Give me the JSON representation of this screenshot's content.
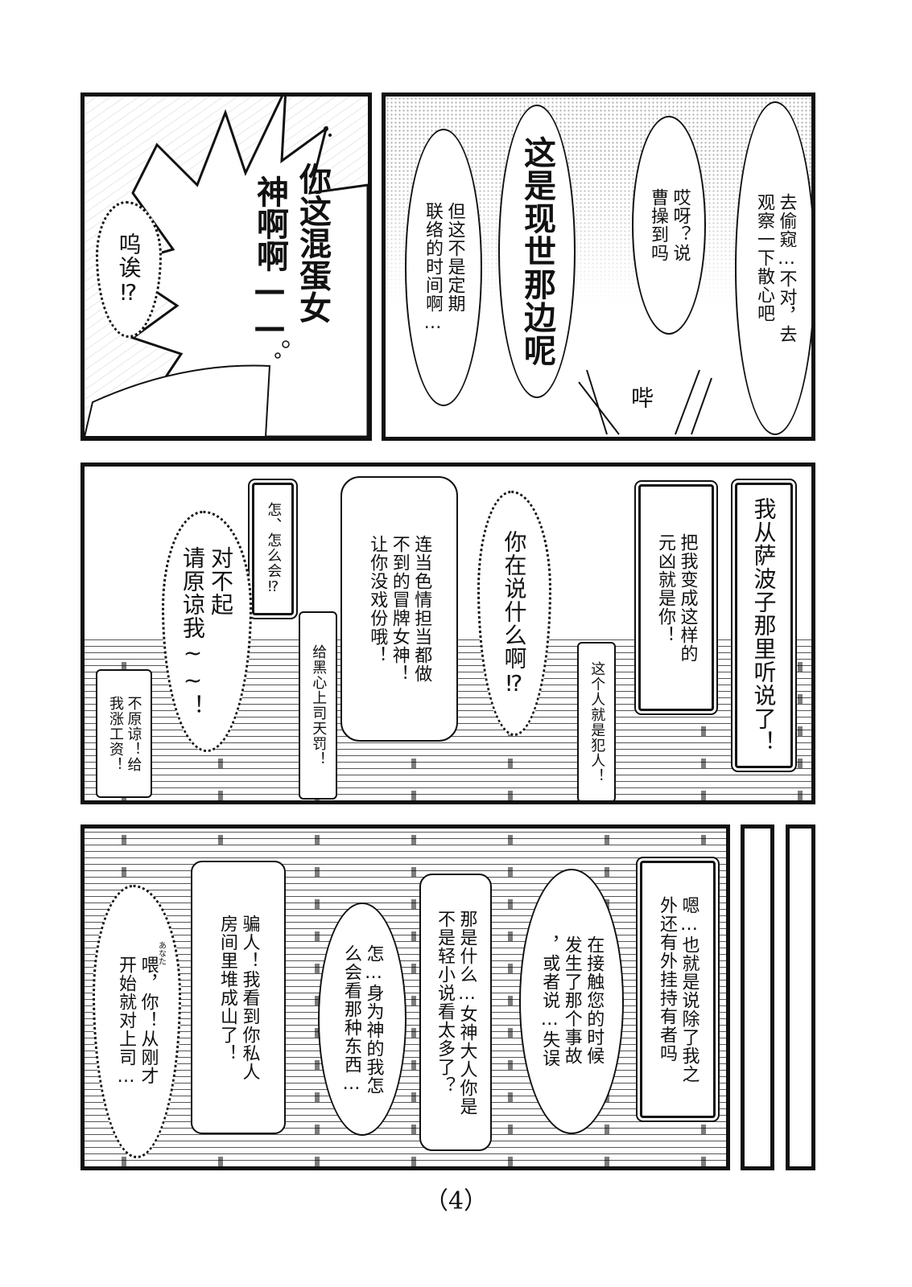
{
  "panel1": {
    "line1": "你这混蛋女",
    "line2": "神啊啊——",
    "reaction": "呜诶⁉"
  },
  "panel2": {
    "bubble_a": "去偷窥…不对，去\n观察一下散心吧",
    "bubble_b": "哎呀？说\n曹操到吗",
    "bubble_c": "这是现世那边呢",
    "bubble_d": "但这不是定期\n联络的时间啊…",
    "sfx": "哔"
  },
  "panel3": {
    "bubble_a": "我从萨波子那里听说了！",
    "bubble_b": "把我变成这样的\n元凶就是你！",
    "caption_a": "这个人就是犯人！",
    "bubble_c": "你在说什么啊⁉",
    "bubble_d": "连当色情担当都做\n不到的冒牌女神！\n让你没戏份哦！",
    "caption_b": "给黑心上司天罚！",
    "bubble_e": "怎、怎么会⁉",
    "bubble_f": "对不起\n请原谅我~~！",
    "caption_c": "不原谅！给\n我涨工资！"
  },
  "panel4": {
    "bubble_a": "嗯…也就是说除了我之\n外还有外挂持有者吗",
    "bubble_b": "在接触您的时候\n发生了那个事故\n，或者说…失误",
    "bubble_c": "那是什么…女神大人你是\n不是轻小说看太多了？",
    "bubble_d": "怎…身为神的我怎\n么会看那种东西…",
    "bubble_e": "骗人！我看到你私人\n房间里堆成山了！",
    "bubble_f": "喂，你！从刚才\n开始就对上司…",
    "ruby": "あなた"
  },
  "page_number": "（4）"
}
